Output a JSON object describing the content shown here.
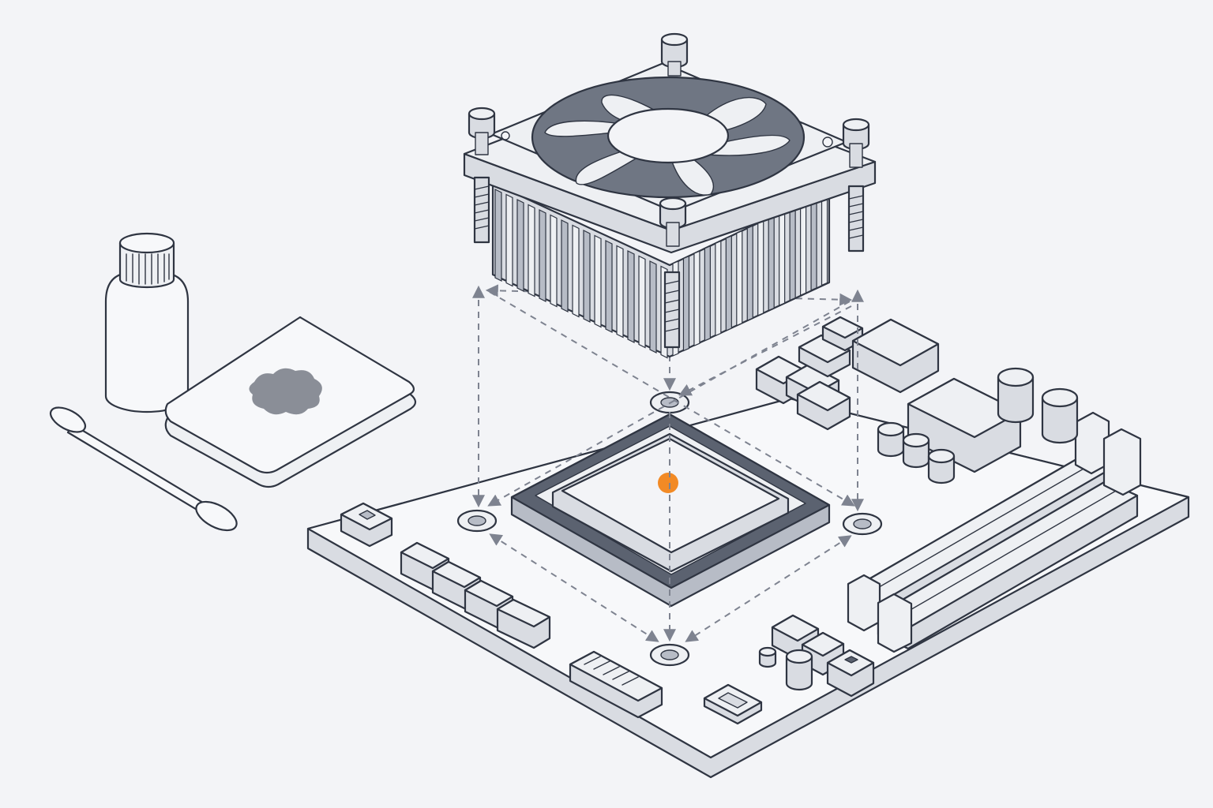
{
  "colors": {
    "background": "#f3f4f7",
    "outline": "#2f3542",
    "board": "#f7f8fa",
    "component_light": "#eef0f3",
    "component_side": "#d9dce2",
    "component_dark": "#b7bcc6",
    "cpu_frame": "#5b6270",
    "fan_blade": "#8a909c",
    "thermal_paste": "#f28a25",
    "stain": "#8a8e97",
    "guide_line": "#7e8390"
  },
  "parts": {
    "heatsink": {
      "icon": "heatsink-fan-icon",
      "mounting_screws": 4
    },
    "cpu": {
      "icon": "cpu-chip-icon",
      "paste_dot": "thermal-paste-dot"
    },
    "motherboard": {
      "icon": "motherboard-icon",
      "mounting_holes": 4,
      "ram_slots": 2
    },
    "tools": [
      "alcohol-bottle-icon",
      "cleaning-cloth-icon",
      "cotton-swab-icon"
    ]
  }
}
